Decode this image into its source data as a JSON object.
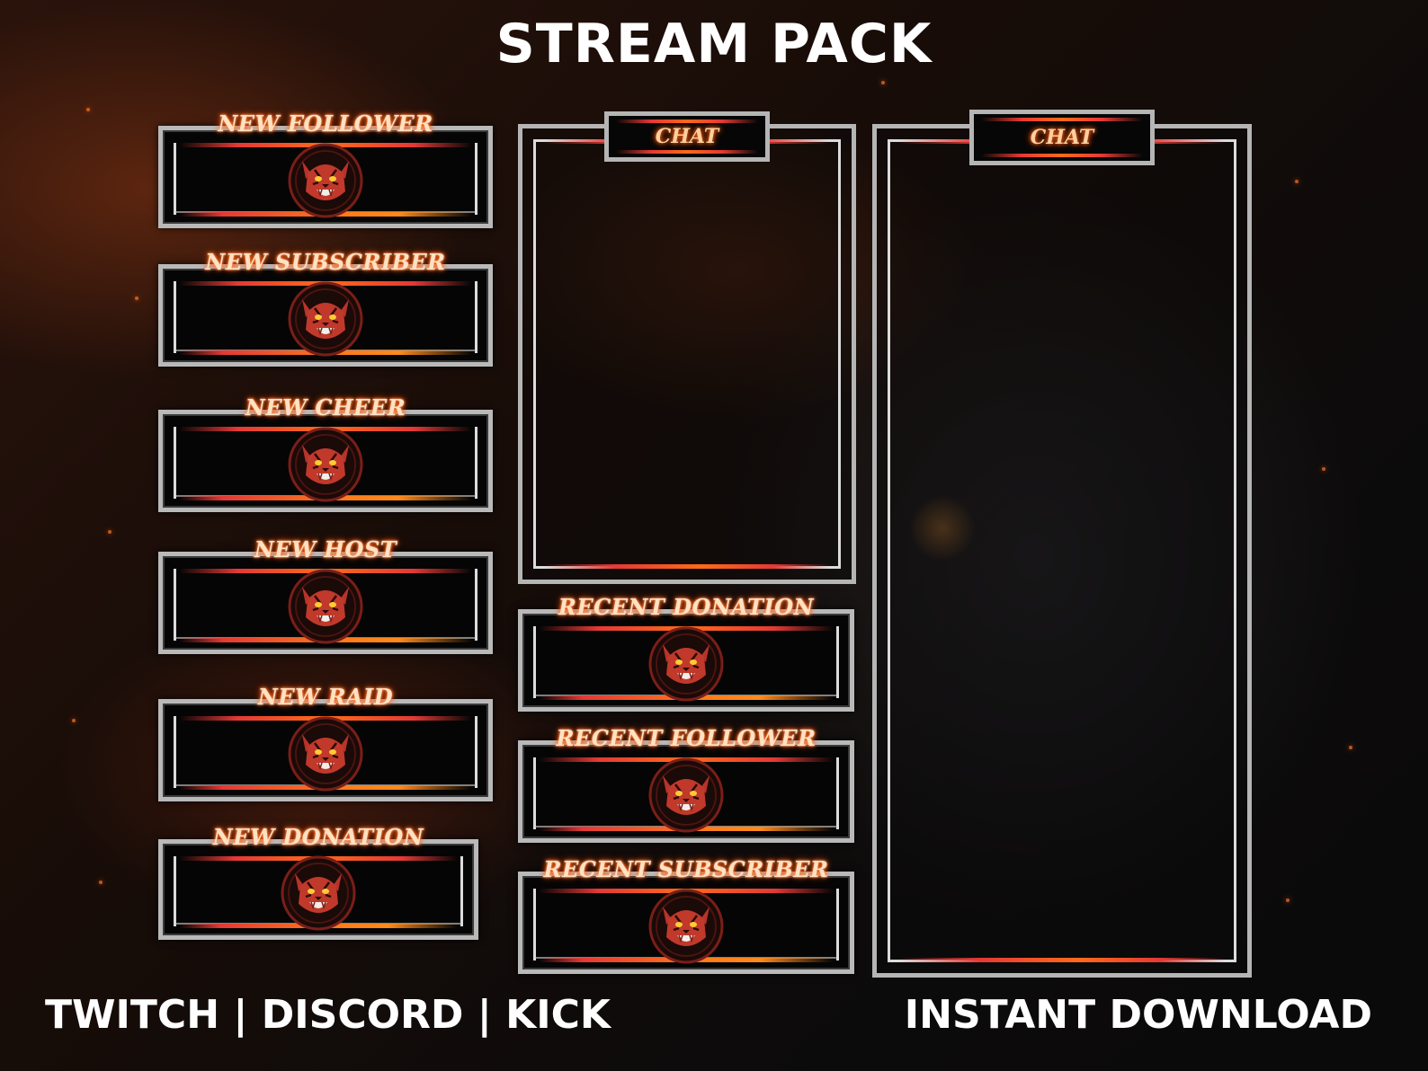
{
  "header": {
    "title": "STREAM PACK"
  },
  "alerts": [
    {
      "label": "NEW FOLLOWER"
    },
    {
      "label": "NEW SUBSCRIBER"
    },
    {
      "label": "NEW CHEER"
    },
    {
      "label": "NEW HOST"
    },
    {
      "label": "NEW RAID"
    },
    {
      "label": "NEW DONATION"
    }
  ],
  "recent": [
    {
      "label": "RECENT DONATION"
    },
    {
      "label": "RECENT FOLLOWER"
    },
    {
      "label": "RECENT SUBSCRIBER"
    }
  ],
  "chats": [
    {
      "label": "CHAT"
    },
    {
      "label": "CHAT"
    }
  ],
  "footer": {
    "platforms": "TWITCH | DISCORD | KICK",
    "download": "INSTANT DOWNLOAD"
  },
  "colors": {
    "accent_red": "#e53935",
    "accent_orange": "#ff6a1a",
    "frame_silver": "#b9b9b9",
    "label_glow": "#ff4d00"
  },
  "icons": {
    "panel_logo": "tiger-head-icon"
  }
}
